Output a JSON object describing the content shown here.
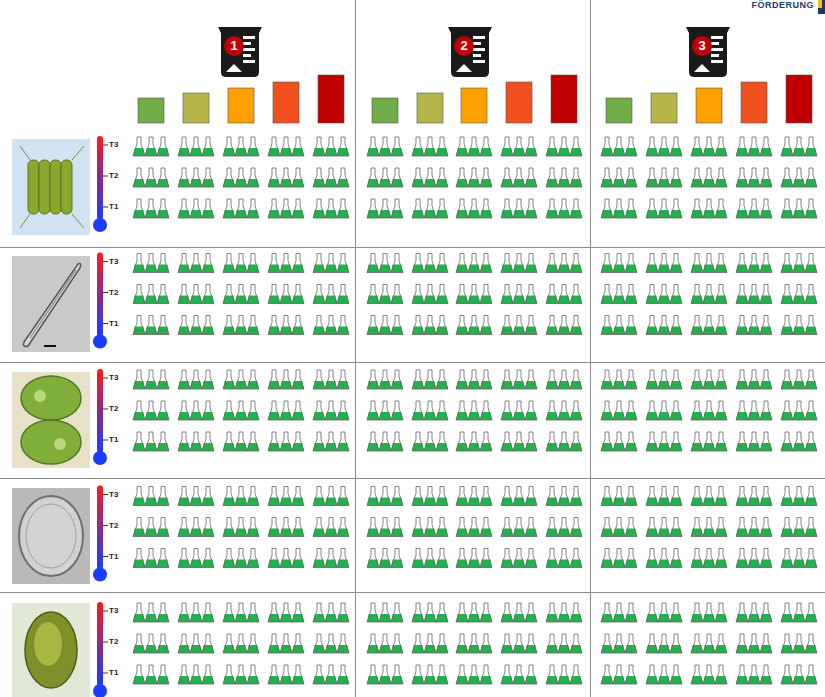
{
  "diagram": {
    "labels": [
      "FÖRDERUNG",
      "1",
      "2",
      "3",
      "T3",
      "T2",
      "T1",
      "T3",
      "T2",
      "T1",
      "T3",
      "T2",
      "T1",
      "T3",
      "T2",
      "T1",
      "T3",
      "T2",
      "T1"
    ]
  }
}
